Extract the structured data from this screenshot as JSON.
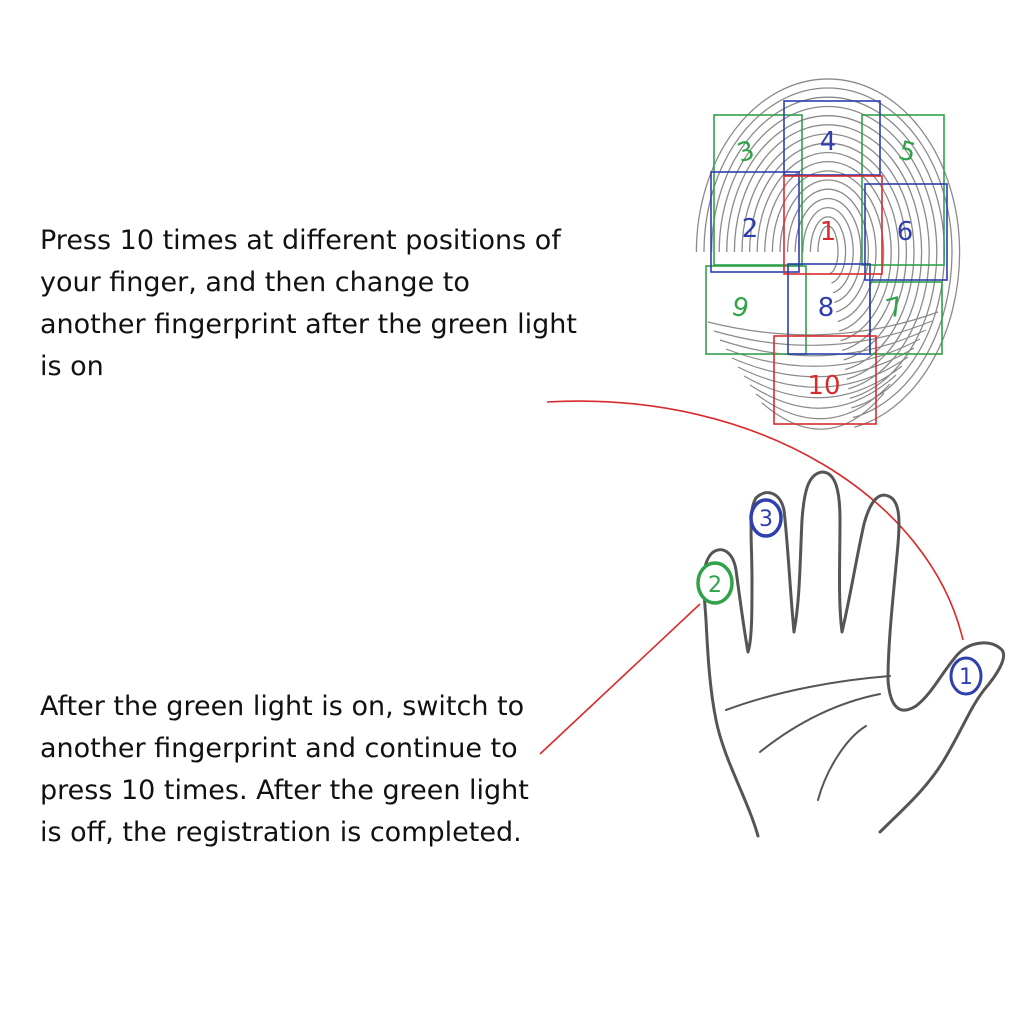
{
  "instructions": {
    "step1": "Press 10 times at different positions of your finger, and then change to another fingerprint after the green light is on",
    "step2": "After the green light is on, switch to another fingerprint and continue to press 10 times. After the green light is off, the registration is completed."
  },
  "fingerprint": {
    "zones": [
      {
        "label": "1",
        "color": "#d92b2b"
      },
      {
        "label": "2",
        "color": "#2f3fb0"
      },
      {
        "label": "3",
        "color": "#2fa24a"
      },
      {
        "label": "4",
        "color": "#2f3fb0"
      },
      {
        "label": "5",
        "color": "#2fa24a"
      },
      {
        "label": "6",
        "color": "#2f3fb0"
      },
      {
        "label": "7",
        "color": "#2fa24a"
      },
      {
        "label": "8",
        "color": "#2f3fb0"
      },
      {
        "label": "9",
        "color": "#2fa24a"
      },
      {
        "label": "10",
        "color": "#d92b2b"
      }
    ]
  },
  "hand": {
    "fingers": [
      {
        "label": "1",
        "color": "#2f3fb0"
      },
      {
        "label": "2",
        "color": "#2fa24a"
      },
      {
        "label": "3",
        "color": "#2f3fb0"
      }
    ]
  },
  "colors": {
    "connector": "#d92b2b",
    "outline": "#555555",
    "ridges": "#8a8a8a"
  }
}
